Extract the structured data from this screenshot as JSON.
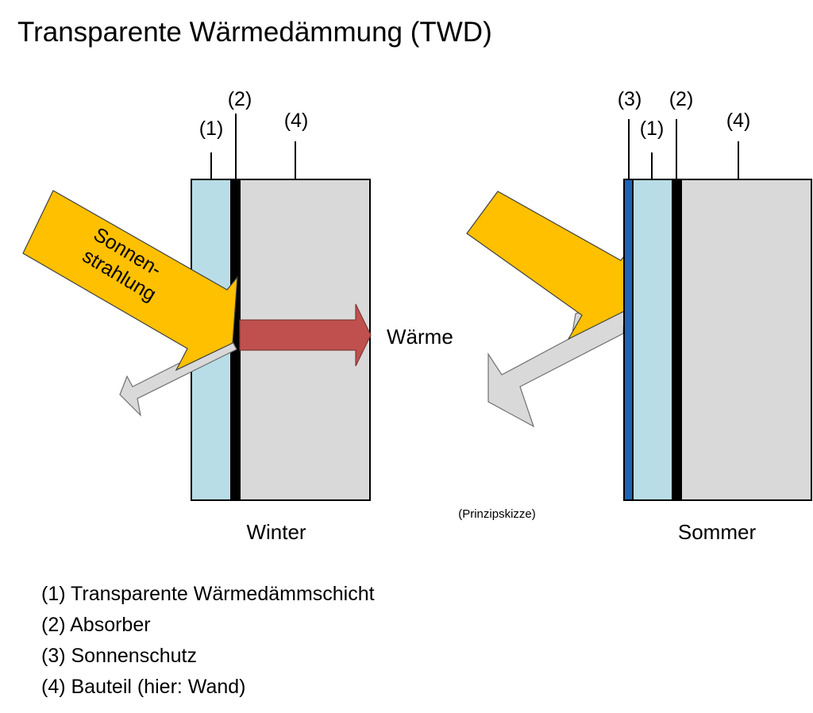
{
  "title": "Transparente Wärmedämmung (TWD)",
  "colors": {
    "insulation_layer": "#b9dde6",
    "absorber": "#000000",
    "sun_protection": "#1e63b4",
    "wall": "#d9d9d9",
    "sun_arrow": "#ffc000",
    "heat_arrow": "#c0504d",
    "reflection_arrow": "#d9d9d9"
  },
  "winter": {
    "caption": "Winter",
    "labels": {
      "insulation": "(1)",
      "absorber": "(2)",
      "wall": "(4)"
    },
    "sun_label_line1": "Sonnen-",
    "sun_label_line2": "strahlung",
    "heat_label": "Wärme"
  },
  "summer": {
    "caption": "Sommer",
    "labels": {
      "sun_protection": "(3)",
      "insulation": "(1)",
      "absorber": "(2)",
      "wall": "(4)"
    }
  },
  "note": "(Prinzipskizze)",
  "legend": [
    "(1) Transparente Wärmedämmschicht",
    "(2) Absorber",
    "(3) Sonnenschutz",
    "(4) Bauteil (hier: Wand)"
  ]
}
